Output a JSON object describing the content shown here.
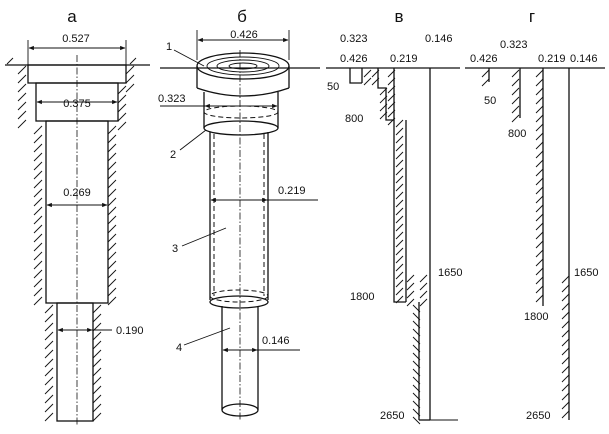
{
  "panels": {
    "a": {
      "letter": "а",
      "d1": "0.527",
      "d2": "0.375",
      "d3": "0.269",
      "d4": "0.190"
    },
    "b": {
      "letter": "б",
      "d1": "0.426",
      "d2": "0.323",
      "d3": "0.219",
      "d4": "0.146",
      "n1": "1",
      "n2": "2",
      "n3": "3",
      "n4": "4"
    },
    "v": {
      "letter": "в",
      "d1": "0.426",
      "d2": "0.323",
      "d3": "0.219",
      "d4": "0.146",
      "depth1": "50",
      "depth2": "800",
      "depth3": "1800",
      "depth4": "1650",
      "depth5": "2650"
    },
    "g": {
      "letter": "г",
      "d1": "0.426",
      "d2": "0.323",
      "d3": "0.219",
      "d4": "0.146",
      "depth1": "50",
      "depth2": "800",
      "depth3": "1800",
      "depth4": "1650",
      "depth5": "2650"
    }
  }
}
